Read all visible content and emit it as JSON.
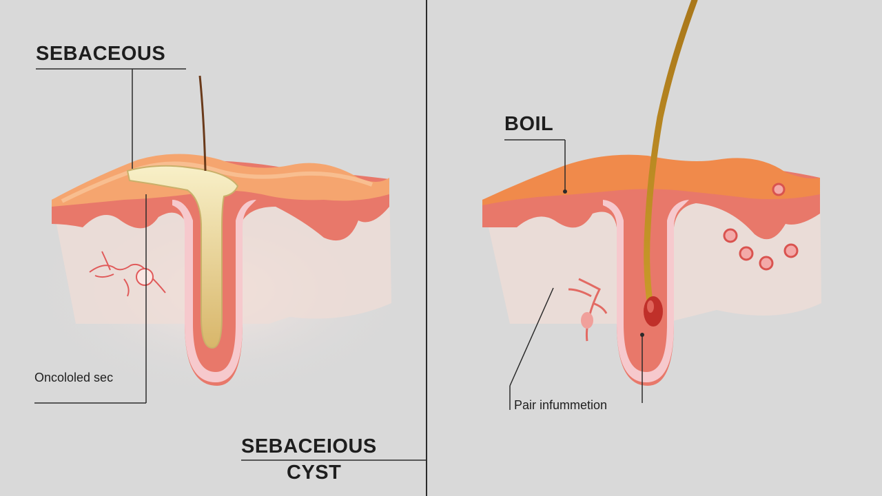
{
  "left_panel": {
    "title": "SEBACEOUS",
    "annotation": "Oncololed sec"
  },
  "right_panel": {
    "title": "BOIL",
    "annotation": "Pair infummetion"
  },
  "caption": {
    "line1": "SEBACEIOUS",
    "line2": "CYST"
  },
  "colors": {
    "background": "#d9d9d9",
    "epidermis": "#f08a4b",
    "dermis": "#e8786a",
    "follicle_lining": "#f6c9cd",
    "sebum": "#e2cf8a",
    "hair": "#b8861c",
    "inflammation": "#d9534f"
  }
}
